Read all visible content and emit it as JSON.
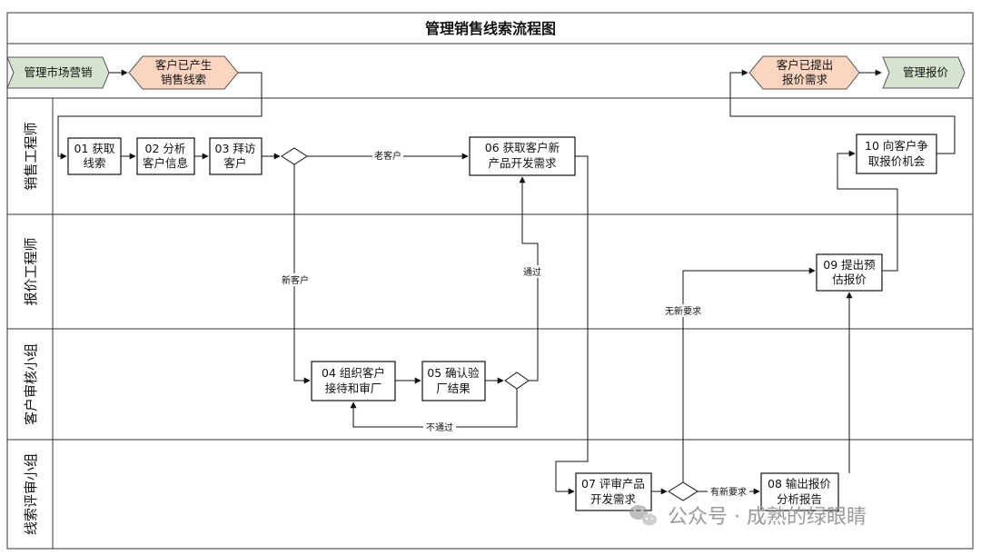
{
  "title": "管理销售线索流程图",
  "colors": {
    "terminal_green": "#d5e3cf",
    "event_orange": "#fbd5bf",
    "line": "#111111",
    "watermark": "#9a9a9a"
  },
  "lanes": [
    {
      "id": "sales",
      "label": "销售工程师"
    },
    {
      "id": "quote",
      "label": "报价工程师"
    },
    {
      "id": "audit",
      "label": "客户审核小组"
    },
    {
      "id": "review",
      "label": "线索评审小组"
    }
  ],
  "terminals": {
    "start": "管理市场营销",
    "end": "管理报价"
  },
  "events": {
    "lead_generated": [
      "客户已产生",
      "销售线索"
    ],
    "quote_requested": [
      "客户已提出",
      "报价需求"
    ]
  },
  "nodes": {
    "n01": [
      "01 获取",
      "线索"
    ],
    "n02": [
      "02 分析",
      "客户信息"
    ],
    "n03": [
      "03 拜访",
      "客户"
    ],
    "n04": [
      "04 组织客户",
      "接待和审厂"
    ],
    "n05": [
      "05 确认验",
      "厂结果"
    ],
    "n06": [
      "06 获取客户新",
      "产品开发需求"
    ],
    "n07": [
      "07 评审产品",
      "开发需求"
    ],
    "n08": [
      "08 输出报价",
      "分析报告"
    ],
    "n09": [
      "09 提出预",
      "估报价"
    ],
    "n10": [
      "10 向客户争",
      "取报价机会"
    ]
  },
  "edge_labels": {
    "old_customer": "老客户",
    "new_customer": "新客户",
    "passed": "通过",
    "not_passed": "不通过",
    "no_new_requirement": "无新要求",
    "has_new_requirement": "有新要求"
  },
  "watermark": {
    "icon": "wechat-icon",
    "text": "公众号 · 成熟的绿眼睛"
  }
}
